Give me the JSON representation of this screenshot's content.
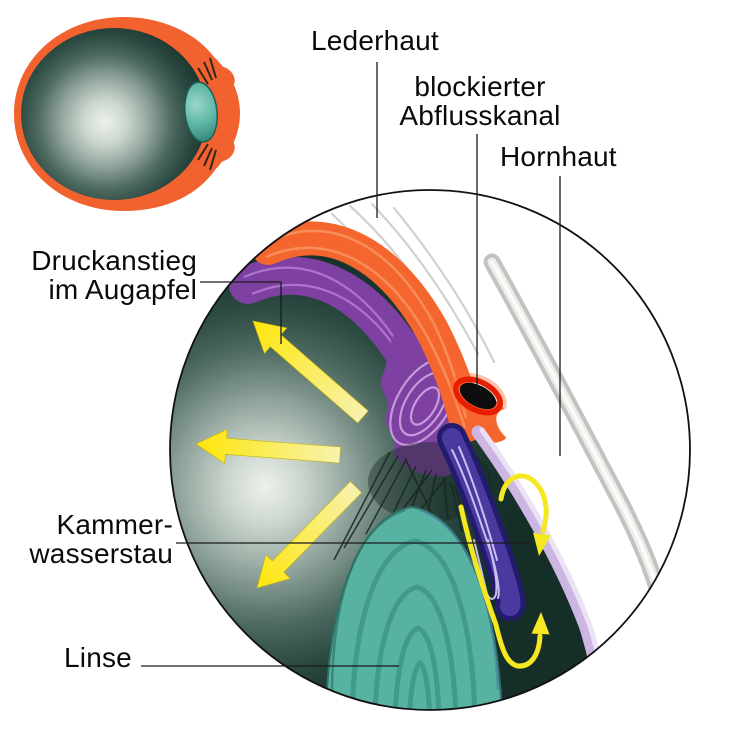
{
  "labels": {
    "lederhaut": "Lederhaut",
    "blockierter_abflusskanal": [
      "blockierter",
      "Abflusskanal"
    ],
    "hornhaut": "Hornhaut",
    "druckanstieg": [
      "Druckanstieg",
      "im Augapfel"
    ],
    "kammerwasserstau": [
      "Kammer-",
      "wasserstau"
    ],
    "linse": "Linse"
  },
  "colors": {
    "background": "#ffffff",
    "outline_black": "#111111",
    "leader_line": "#1a1a1a",
    "sclera_white": "#ffffff",
    "sclera_streak_gray": "#c9c9c5",
    "choroid_orange": "#f4662e",
    "choroid_orange_light": "#f8935f",
    "ciliary_purple": "#7e41a1",
    "ciliary_contour_lavender": "#c9a0e0",
    "iris_indigo": "#4a3aa0",
    "iris_edge_navy": "#231c6e",
    "iris_contour_light": "#cfc8f4",
    "chamber_dark_teal": "#16312b",
    "chamber_highlight": "#edf1ec",
    "lens_teal": "#58b2a2",
    "lens_arc_teal": "#3f9889",
    "cornea_outer_gray": "#c2c2be",
    "cornea_inner_lavender": "#cdb6e2",
    "blocked_canal_black": "#0d0d0d",
    "blocked_canal_ring_red": "#e71f00",
    "arrow_yellow": "#ffe714",
    "arrow_yellow_pale": "#f7f2ae"
  }
}
